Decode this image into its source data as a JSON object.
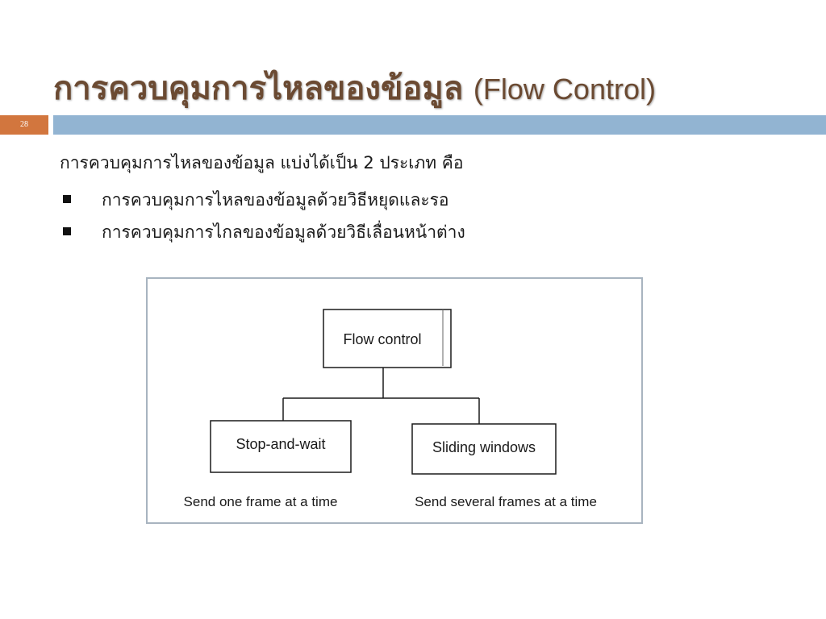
{
  "slide": {
    "title_thai": "การควบคุมการไหลของข้อมูล",
    "title_en": "(Flow Control)",
    "number": "28"
  },
  "content": {
    "intro": "การควบคุมการไหลของข้อมูล แบ่งได้เป็น 2 ประเภท คือ",
    "bullets": [
      "การควบคุมการไหลของข้อมูลด้วยวิธีหยุดและรอ",
      "การควบคุมการไกลของข้อมูลด้วยวิธีเลื่อนหน้าต่าง"
    ]
  },
  "diagram": {
    "root": "Flow control",
    "children": [
      {
        "label": "Stop-and-wait",
        "caption": "Send one frame at a time"
      },
      {
        "label": "Sliding windows",
        "caption": "Send several frames at a time"
      }
    ]
  }
}
